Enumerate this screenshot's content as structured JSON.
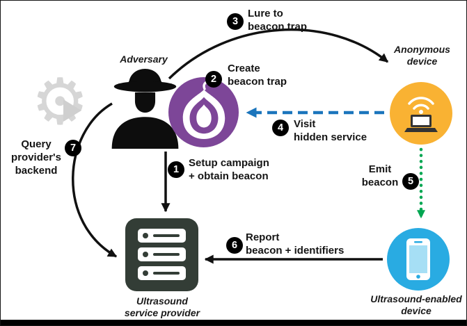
{
  "entities": {
    "adversary": {
      "label": "Adversary"
    },
    "anonymous_device": {
      "label": "Anonymous\ndevice"
    },
    "service_provider": {
      "label": "Ultrasound\nservice provider"
    },
    "enabled_device": {
      "label": "Ultrasound-enabled\ndevice"
    }
  },
  "steps": {
    "s1": {
      "num": "1",
      "label": "Setup campaign\n+ obtain beacon"
    },
    "s2": {
      "num": "2",
      "label": "Create\nbeacon trap"
    },
    "s3": {
      "num": "3",
      "label": "Lure to\nbeacon trap"
    },
    "s4": {
      "num": "4",
      "label": "Visit\nhidden service"
    },
    "s5": {
      "num": "5",
      "label": "Emit\nbeacon"
    },
    "s6": {
      "num": "6",
      "label": "Report\nbeacon + identifiers"
    },
    "s7": {
      "num": "7",
      "label": "Query\nprovider's\nbackend"
    }
  },
  "icons": {
    "adversary": "spy-silhouette-icon",
    "tor": "tor-onion-icon",
    "anonymous_device": "laptop-wifi-icon",
    "service_provider": "server-icon",
    "enabled_device": "smartphone-icon",
    "watermark": "gear-play-watermark-icon"
  },
  "colors": {
    "tor_purple": "#7D4698",
    "anonymous_yellow": "#F9B233",
    "device_blue": "#29ABE2",
    "server_dark": "#333D36",
    "visit_arrow_blue": "#1B75BC",
    "emit_arrow_green": "#00A651",
    "arrow_black": "#111111",
    "badge_black": "#000000"
  }
}
